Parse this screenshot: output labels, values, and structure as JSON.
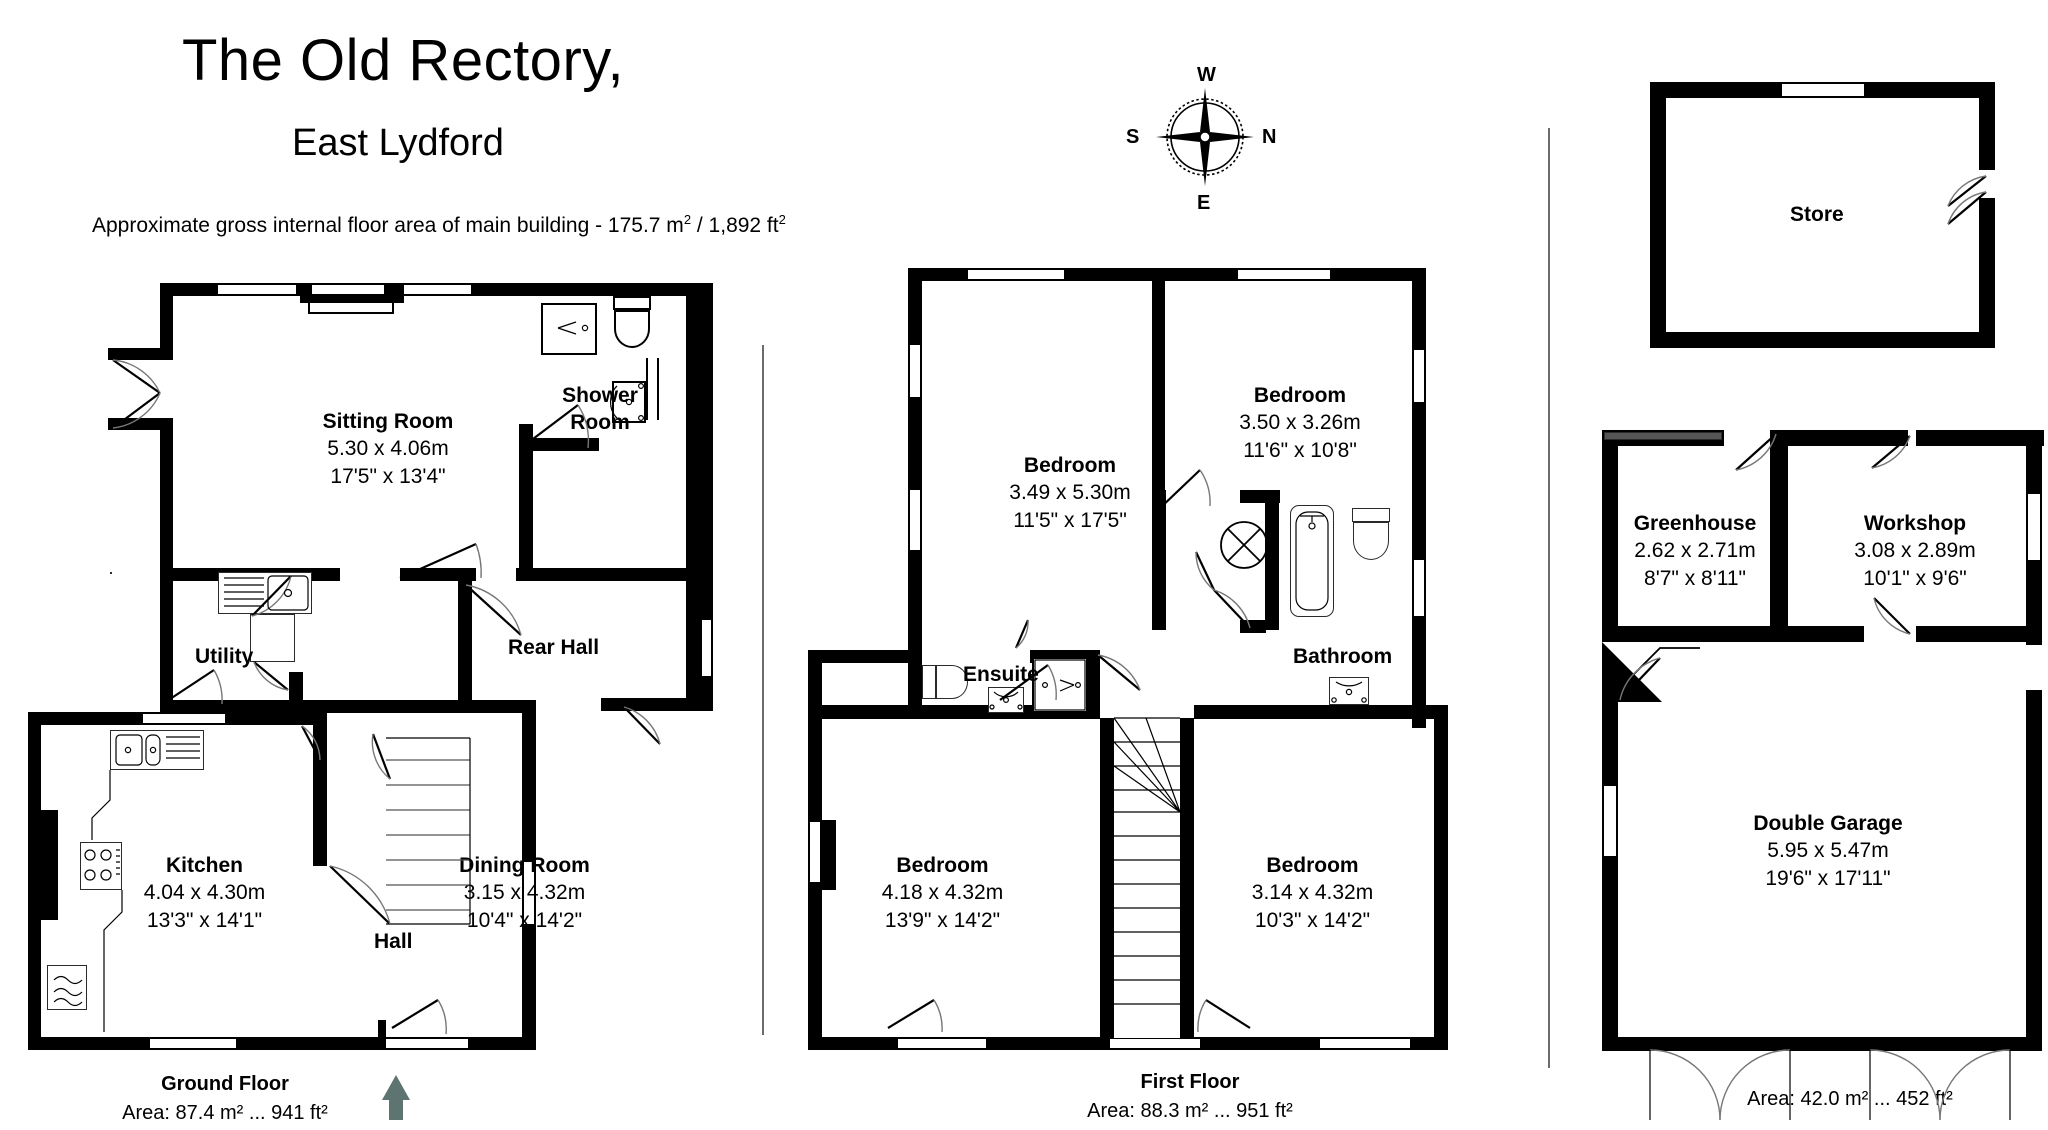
{
  "header": {
    "title": "The Old Rectory,",
    "subtitle": "East Lydford",
    "area_note_prefix": "Approximate gross internal floor area of main building  -  175.7 m",
    "area_note_sup1": "2",
    "area_note_mid": " /  1,892 ft",
    "area_note_sup2": "2",
    "total_area_m2": "175.7 m²",
    "total_area_ft2": "1,892 ft²"
  },
  "compass": {
    "north": "N",
    "south": "S",
    "east": "E",
    "west": "W"
  },
  "ground_floor": {
    "caption_name": "Ground Floor",
    "caption_area": "Area: 87.4 m² ... 941 ft²",
    "rooms": [
      {
        "name": "Sitting Room",
        "metric": "5.30 x 4.06m",
        "imperial": "17'5\" x 13'4\""
      },
      {
        "name": "Shower Room",
        "metric": "",
        "imperial": ""
      },
      {
        "name": "Utility",
        "metric": "",
        "imperial": ""
      },
      {
        "name": "Rear Hall",
        "metric": "",
        "imperial": ""
      },
      {
        "name": "Kitchen",
        "metric": "4.04 x 4.30m",
        "imperial": "13'3\" x 14'1\""
      },
      {
        "name": "Dining Room",
        "metric": "3.15 x 4.32m",
        "imperial": "10'4\" x 14'2\""
      },
      {
        "name": "Hall",
        "metric": "",
        "imperial": ""
      }
    ],
    "shower_room_line1": "Shower",
    "shower_room_line2": "Room",
    "entrance_marker": "entrance-arrow"
  },
  "first_floor": {
    "caption_name": "First Floor",
    "caption_area": "Area: 88.3 m² ... 951 ft²",
    "rooms": [
      {
        "name": "Bedroom",
        "metric": "3.49 x 5.30m",
        "imperial": "11'5\" x 17'5\""
      },
      {
        "name": "Bedroom",
        "metric": "3.50 x 3.26m",
        "imperial": "11'6\" x 10'8\""
      },
      {
        "name": "Bedroom",
        "metric": "4.18 x 4.32m",
        "imperial": "13'9\" x 14'2\""
      },
      {
        "name": "Bedroom",
        "metric": "3.14 x 4.32m",
        "imperial": "10'3\" x 14'2\""
      },
      {
        "name": "Bathroom",
        "metric": "",
        "imperial": ""
      },
      {
        "name": "Ensuite",
        "metric": "",
        "imperial": ""
      }
    ]
  },
  "outbuildings": {
    "caption_area": "Area: 42.0 m² ... 452 ft²",
    "rooms": [
      {
        "name": "Store",
        "metric": "",
        "imperial": ""
      },
      {
        "name": "Greenhouse",
        "metric": "2.62 x 2.71m",
        "imperial": "8'7\" x 8'11\""
      },
      {
        "name": "Workshop",
        "metric": "3.08 x 2.89m",
        "imperial": "10'1\" x 9'6\""
      },
      {
        "name": "Double Garage",
        "metric": "5.95 x 5.47m",
        "imperial": "19'6\" x 17'11\""
      }
    ]
  },
  "colors": {
    "wall": "#000000",
    "background": "#ffffff",
    "rule": "#6b6b6b",
    "arrow": "#5d7470"
  }
}
